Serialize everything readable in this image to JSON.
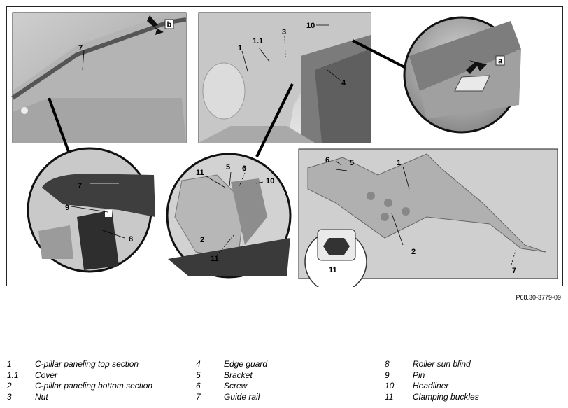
{
  "figure": {
    "callouts": {
      "p1_b": "b",
      "p1_7": "7",
      "p2_1": "1",
      "p2_11": "1.1",
      "p2_3": "3",
      "p2_10": "10",
      "p2_4": "4",
      "p3_a": "a",
      "p4_7": "7",
      "p4_9": "9",
      "p4_8": "8",
      "p5_11a": "11",
      "p5_5": "5",
      "p5_6": "6",
      "p5_10": "10",
      "p5_2": "2",
      "p5_11b": "11",
      "p6_6": "6",
      "p6_5": "5",
      "p6_1": "1",
      "p6_2": "2",
      "p6_11": "11",
      "p6_7": "7"
    }
  },
  "doc_code": "P68.30-3779-09",
  "legend": {
    "col1": [
      {
        "num": "1",
        "text": "C-pillar paneling top section"
      },
      {
        "num": "1.1",
        "text": "Cover"
      },
      {
        "num": "2",
        "text": "C-pillar paneling bottom section"
      },
      {
        "num": "3",
        "text": "Nut"
      }
    ],
    "col2": [
      {
        "num": "4",
        "text": "Edge guard"
      },
      {
        "num": "5",
        "text": "Bracket"
      },
      {
        "num": "6",
        "text": "Screw"
      },
      {
        "num": "7",
        "text": "Guide rail"
      }
    ],
    "col3": [
      {
        "num": "8",
        "text": "Roller sun blind"
      },
      {
        "num": "9",
        "text": "Pin"
      },
      {
        "num": "10",
        "text": "Headliner"
      },
      {
        "num": "11",
        "text": "Clamping buckles"
      }
    ]
  }
}
